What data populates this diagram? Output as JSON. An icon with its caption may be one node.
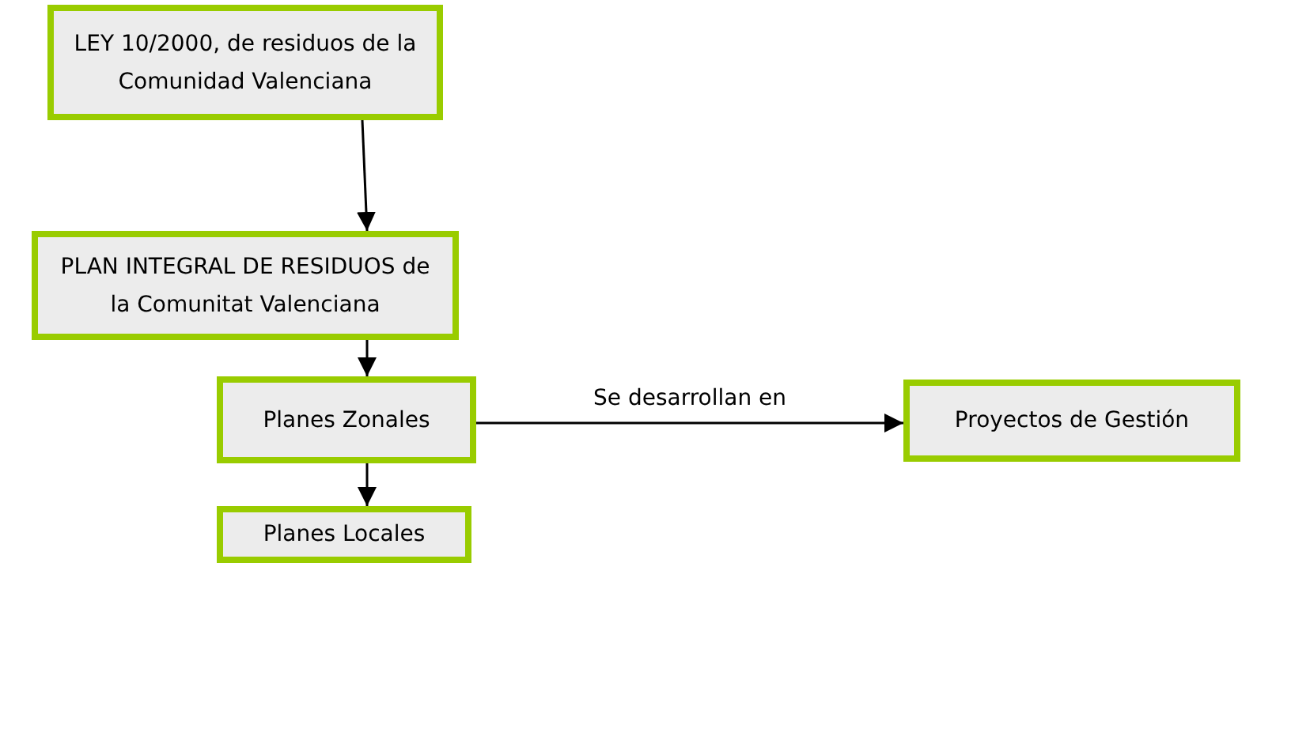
{
  "diagram": {
    "nodes": [
      {
        "text": [
          "LEY 10/2000, de residuos de la Comunidad Valenciana"
        ]
      },
      {
        "text": [
          "PLAN INTEGRAL DE RESIDUOS de la Comunitat Valenciana"
        ]
      },
      {
        "text": [
          "Planes Zonales"
        ]
      },
      {
        "text": [
          "Proyectos de Gestión"
        ]
      },
      {
        "text": [
          "Planes Locales"
        ]
      }
    ],
    "edges": [
      {
        "from": 0,
        "to": 1,
        "arrow": "to"
      },
      {
        "from": 1,
        "to": 2,
        "arrow": "to"
      },
      {
        "from": 2,
        "to": 3,
        "arrow": "to",
        "label": "Se desarrollan en"
      },
      {
        "from": 2,
        "to": 4,
        "arrow": "to"
      }
    ]
  }
}
